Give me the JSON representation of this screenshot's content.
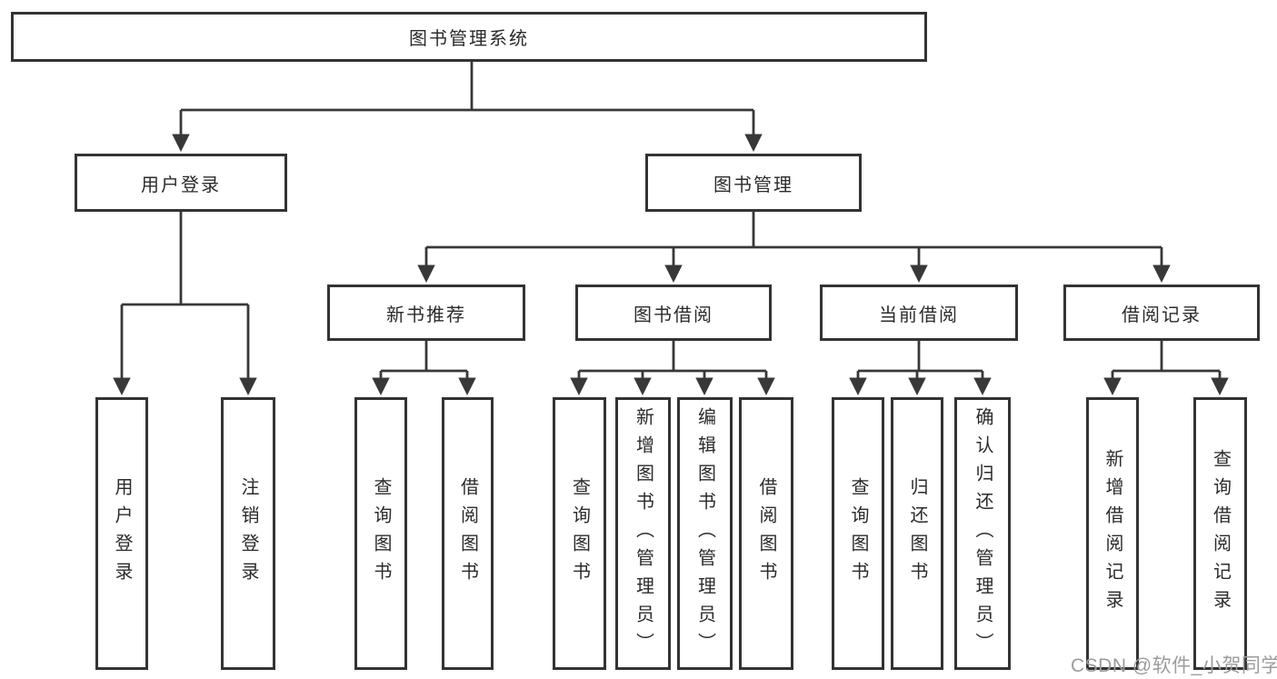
{
  "tree": {
    "root": "图书管理系统",
    "login": {
      "label": "用户登录",
      "leaves": [
        "用户登录",
        "注销登录"
      ]
    },
    "mgmt": {
      "label": "图书管理",
      "sections": [
        {
          "label": "新书推荐",
          "leaves": [
            "查询图书",
            "借阅图书"
          ]
        },
        {
          "label": "图书借阅",
          "leaves": [
            "查询图书",
            "新增图书（管理员）",
            "编辑图书（管理员）",
            "借阅图书"
          ]
        },
        {
          "label": "当前借阅",
          "leaves": [
            "查询图书",
            "归还图书",
            "确认归还（管理员）"
          ]
        },
        {
          "label": "借阅记录",
          "leaves": [
            "新增借阅记录",
            "查询借阅记录"
          ]
        }
      ]
    }
  },
  "watermark": "CSDN @软件_小贺同学",
  "colors": {
    "line": "#383838",
    "box_border": "#333333",
    "text": "#2b2b2b",
    "watermark": "#9c9c9c",
    "background": "#ffffff"
  }
}
